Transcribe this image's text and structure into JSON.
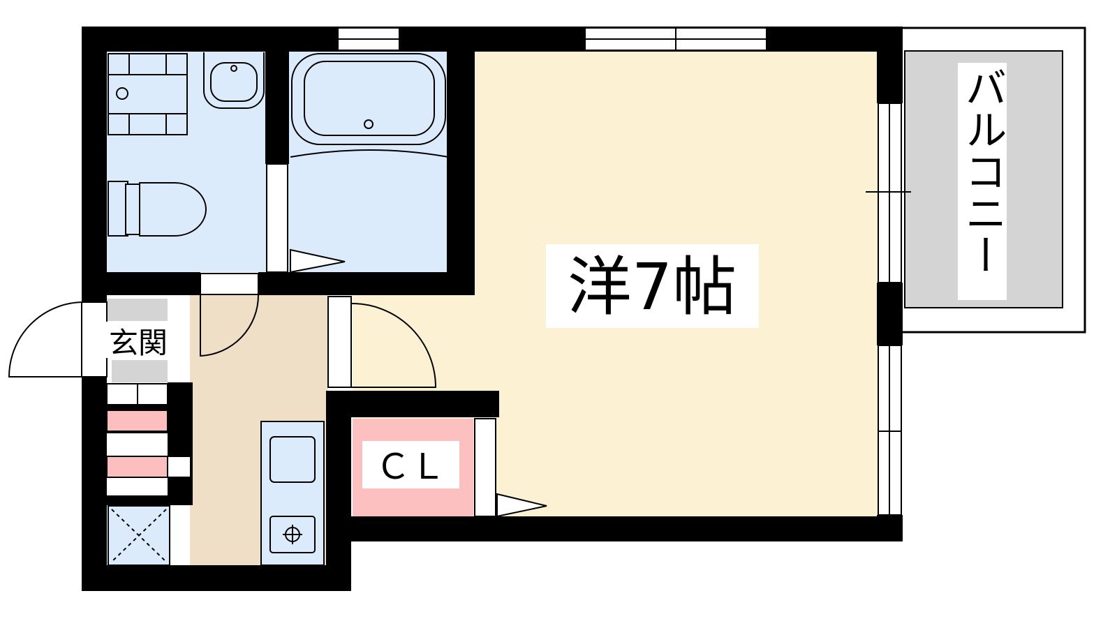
{
  "rooms": {
    "western_room": "洋7帖",
    "closet": "ＣＬ",
    "entrance": "玄関",
    "balcony": "バルコニー"
  },
  "colors": {
    "western_room": "#fdf1d3",
    "wet_area": "#dcebfb",
    "kitchen_hall": "#efdfc7",
    "closet": "#fdc0c1",
    "shoe_shelf": "#fdbec0",
    "balcony": "#d4d4d4",
    "wall": "#000000"
  }
}
